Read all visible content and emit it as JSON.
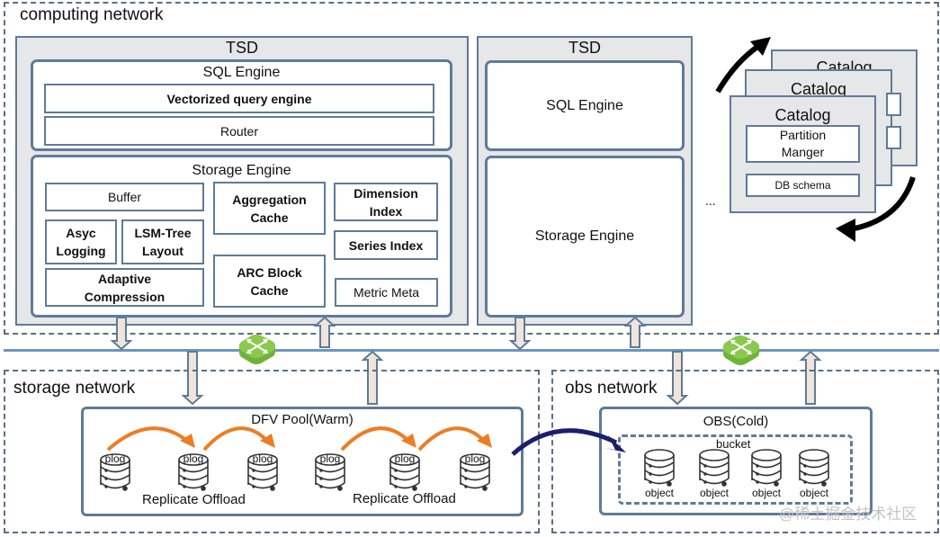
{
  "networks": {
    "computing": "computing network",
    "storage": "storage network",
    "obs": "obs network"
  },
  "tsd_primary": {
    "title": "TSD",
    "sql_engine": {
      "title": "SQL Engine",
      "components": [
        "Vectorized query engine",
        "Router"
      ]
    },
    "storage_engine": {
      "title": "Storage Engine",
      "components": {
        "buffer": "Buffer",
        "async_logging": "Asyc\nLogging",
        "lsm_tree": "LSM-Tree\nLayout",
        "adaptive_compression": "Adaptive\nCompression",
        "aggregation_cache": "Aggregation\nCache",
        "arc_block_cache": "ARC Block\nCache",
        "dimension_index": "Dimension\nIndex",
        "series_index": "Series Index",
        "metric_meta": "Metric Meta"
      }
    }
  },
  "tsd_secondary": {
    "title": "TSD",
    "sql_engine": "SQL Engine",
    "storage_engine": "Storage Engine"
  },
  "ellipsis": "...",
  "catalogs": {
    "title": "Catalog",
    "partition_manager": "Partition\nManger",
    "db_schema": "DB schema"
  },
  "dfv_pool": {
    "title": "DFV Pool(Warm)",
    "node_label": "plog",
    "replicate_label": "Replicate Offload",
    "node_count": 6
  },
  "obs": {
    "title": "OBS(Cold)",
    "bucket_label": "bucket",
    "object_label": "object",
    "object_count": 4
  },
  "icons": {
    "switch": "network-switch-icon",
    "database": "database-icon"
  },
  "colors": {
    "border": "#5f7b97",
    "panel": "#e6e7e9",
    "switch_green": "#7dc242",
    "replicate_arrow": "#ee7d22",
    "offload_arrow": "#1b1f6b",
    "network_line": "#6a96c1"
  },
  "watermark": "@稀土掘金技术社区"
}
